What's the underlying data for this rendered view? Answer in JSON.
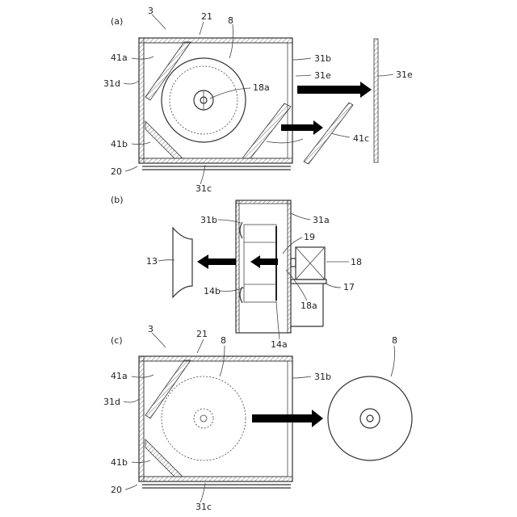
{
  "panels": {
    "a": {
      "label": "(a)",
      "refs": {
        "unit": "3",
        "top": "21",
        "fan": "8",
        "side_top": "41a",
        "side_left": "31d",
        "side_bottom_left": "41b",
        "base": "20",
        "bottom": "31c",
        "right_top": "31b",
        "right_panel": "31e",
        "hub": "18a",
        "detached_panel": "31e",
        "slanted": "41c"
      }
    },
    "b": {
      "label": "(b)",
      "refs": {
        "left_part": "31b",
        "right_part": "31a",
        "motor_shaft": "19",
        "inlet": "13",
        "motor": "18",
        "bell": "14b",
        "hub": "18a",
        "frame": "17",
        "bottom": "14a"
      }
    },
    "c": {
      "label": "(c)",
      "refs": {
        "unit": "3",
        "top": "21",
        "fan": "8",
        "side_top": "41a",
        "side_left": "31d",
        "side_bottom_left": "41b",
        "base": "20",
        "bottom": "31c",
        "right_top": "31b",
        "fan_removed": "8"
      }
    }
  }
}
